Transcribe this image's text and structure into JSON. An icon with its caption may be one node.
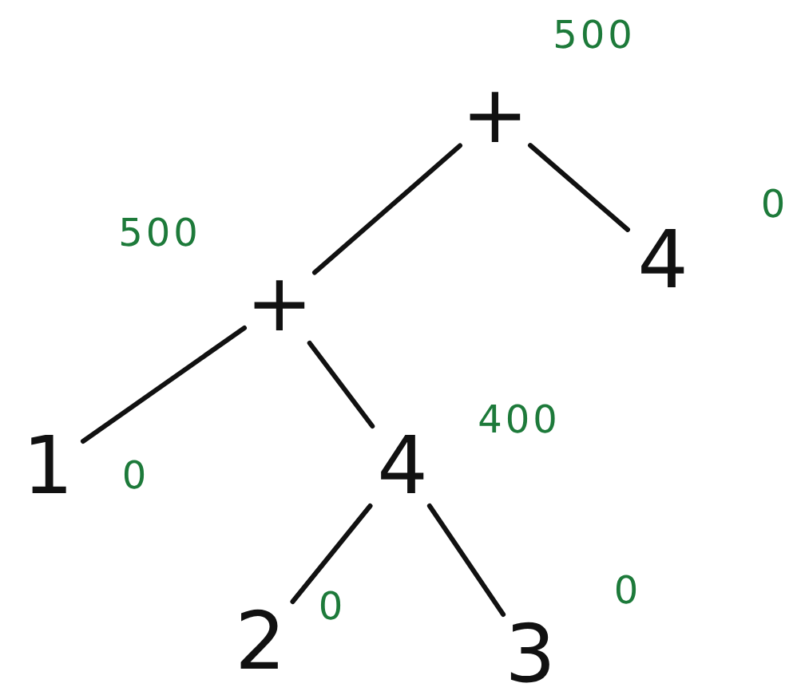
{
  "diagram": {
    "nodes": [
      {
        "text": [
          "+"
        ],
        "beside": [
          "500"
        ]
      },
      {
        "text": [
          "+"
        ],
        "beside": [
          "500"
        ]
      },
      {
        "text": [
          "4"
        ],
        "beside": [
          "0"
        ]
      },
      {
        "text": [
          "1"
        ],
        "beside": [
          "0"
        ]
      },
      {
        "text": [
          "4"
        ],
        "beside": [
          "400"
        ]
      },
      {
        "text": [
          "2"
        ],
        "beside": [
          "0"
        ]
      },
      {
        "text": [
          "3"
        ],
        "beside": [
          "0"
        ]
      }
    ],
    "edges": [
      {
        "from": 0,
        "to": 1,
        "arrow": "none"
      },
      {
        "from": 0,
        "to": 2,
        "arrow": "none"
      },
      {
        "from": 1,
        "to": 3,
        "arrow": "none"
      },
      {
        "from": 1,
        "to": 4,
        "arrow": "none"
      },
      {
        "from": 4,
        "to": 5,
        "arrow": "none"
      },
      {
        "from": 4,
        "to": 6,
        "arrow": "none"
      }
    ]
  }
}
